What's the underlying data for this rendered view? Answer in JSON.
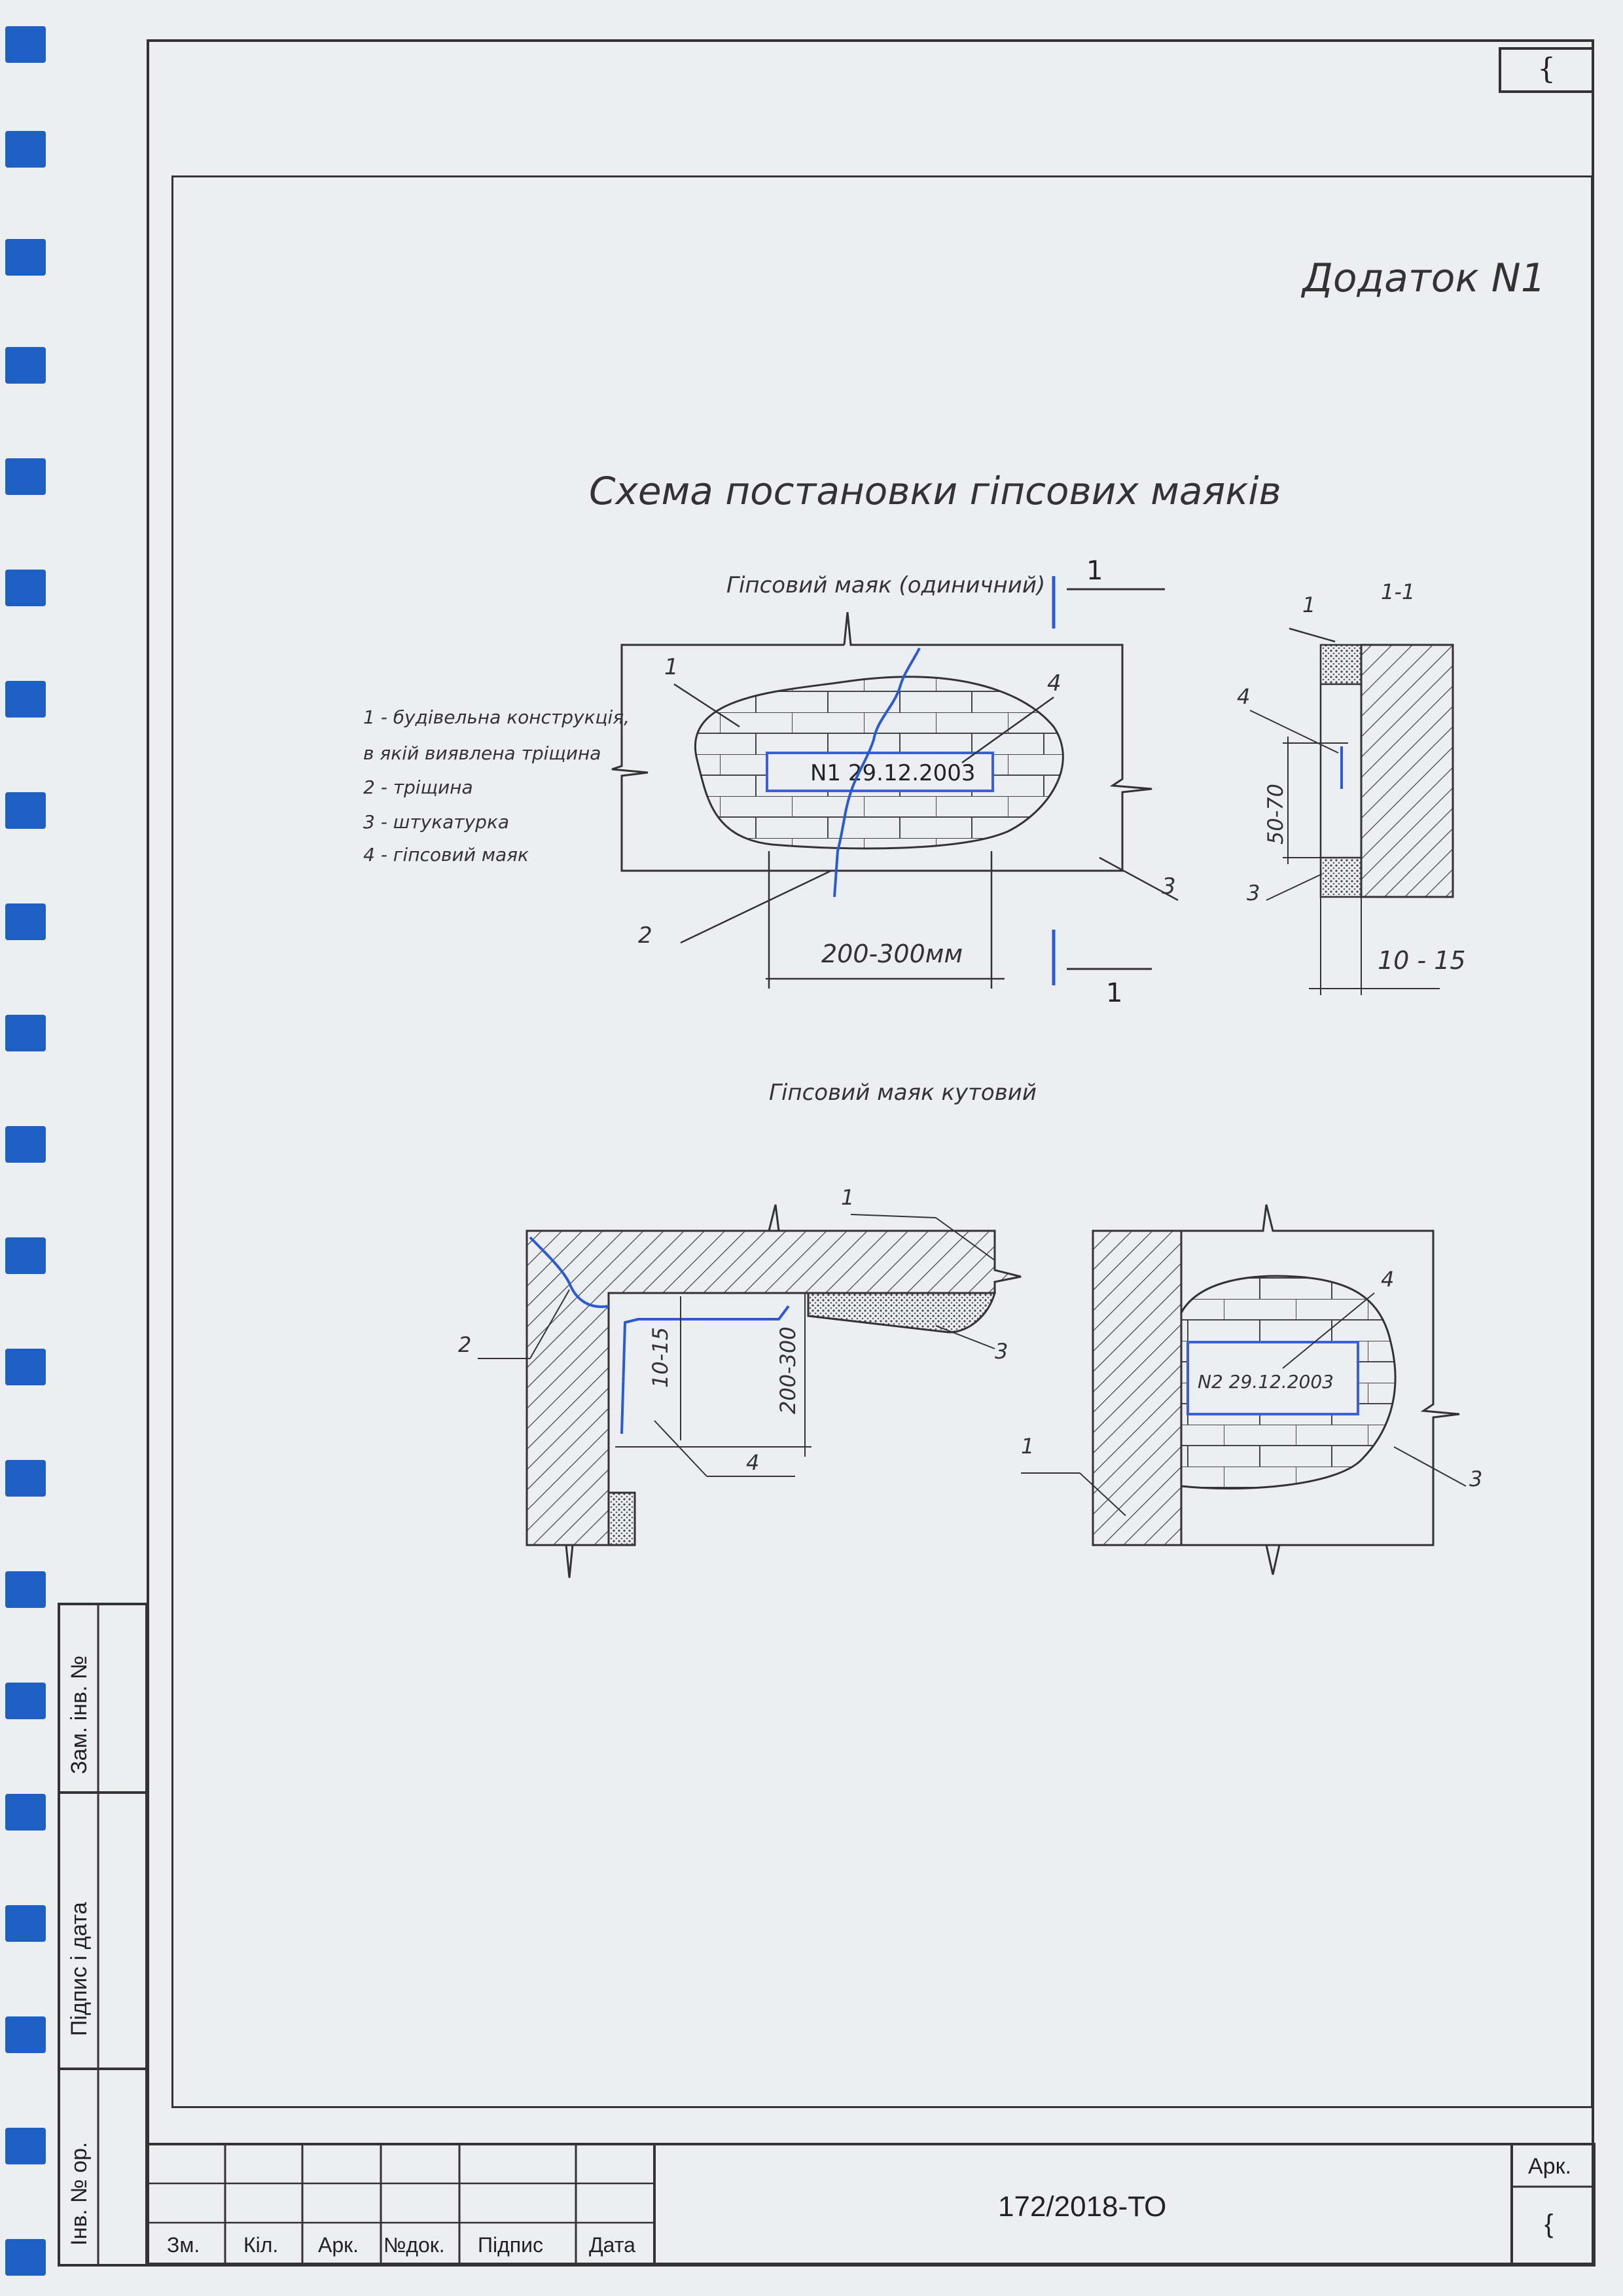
{
  "sheet_corner_mark": "{",
  "appendix_title": "Додаток N1",
  "main_title": "Схема постановки гіпсових маяків",
  "single_beacon": {
    "title": "Гіпсовий маяк (одиничний)",
    "section_label": "1",
    "section_name": "1-1",
    "beacon_text": "N1 29.12.2003",
    "dimension_width": "200-300мм",
    "dimension_height": "50-70",
    "dimension_thickness": "10 - 15",
    "callouts": [
      "1",
      "2",
      "3",
      "4"
    ]
  },
  "legend": [
    "1 - будівельна конструкція,",
    "в якій виявлена тріщина",
    "2 - тріщина",
    "3 - штукатурка",
    "4 - гіпсовий маяк"
  ],
  "corner_beacon": {
    "title": "Гіпсовий маяк кутовий",
    "dimension_thickness": "10-15",
    "dimension_width": "200-300",
    "beacon_text": "N2 29.12.2003",
    "callouts": [
      "1",
      "2",
      "3",
      "4"
    ]
  },
  "side_stamp": [
    "Зам. інв. №",
    "Підпис і дата",
    "Інв. № ор."
  ],
  "title_block": {
    "columns": [
      "Зм.",
      "Кіл.",
      "Арк.",
      "№док.",
      "Підпис",
      "Дата"
    ],
    "document_code": "172/2018-ТО",
    "sheet_label": "Арк.",
    "sheet_mark": "{"
  },
  "colors": {
    "binding": "#1f5fc4",
    "crack": "#2a5bd0",
    "beacon": "#3a5fd8",
    "line": "#333333"
  }
}
